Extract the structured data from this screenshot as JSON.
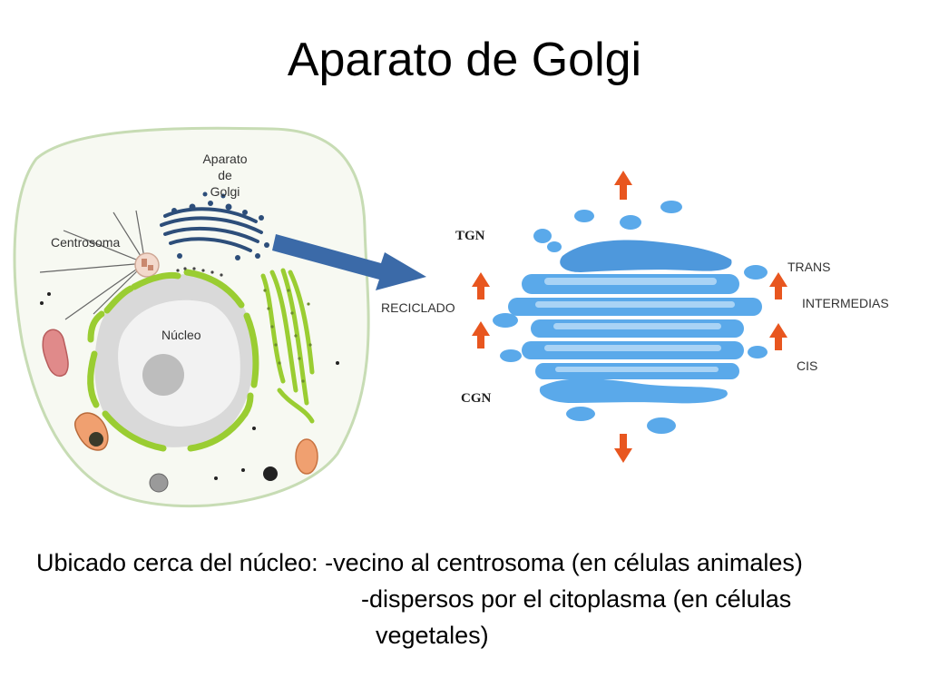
{
  "title": "Aparato de Golgi",
  "cell_labels": {
    "golgi": [
      "Aparato",
      "de",
      "Golgi"
    ],
    "centrosome": "Centrosoma",
    "nucleus": "Núcleo"
  },
  "golgi_labels": {
    "tgn": "TGN",
    "cgn": "CGN",
    "recycling": "RECICLADO",
    "trans": "TRANS",
    "intermediate": "INTERMEDIAS",
    "cis": "CIS"
  },
  "caption": {
    "line1": "Ubicado cerca del núcleo: -vecino al centrosoma (en células animales)",
    "line2": "-dispersos por el citoplasma (en células",
    "line3": "vegetales)"
  },
  "colors": {
    "cell_fill": "#f7f9f2",
    "cell_border": "#c7dcb4",
    "nucleus_envelope": "#9acd32",
    "golgi_blue": "#5aa9ea",
    "golgi_light": "#a9d3f5",
    "arrow_orange": "#e8561f",
    "big_arrow": "#3b6aa8"
  }
}
